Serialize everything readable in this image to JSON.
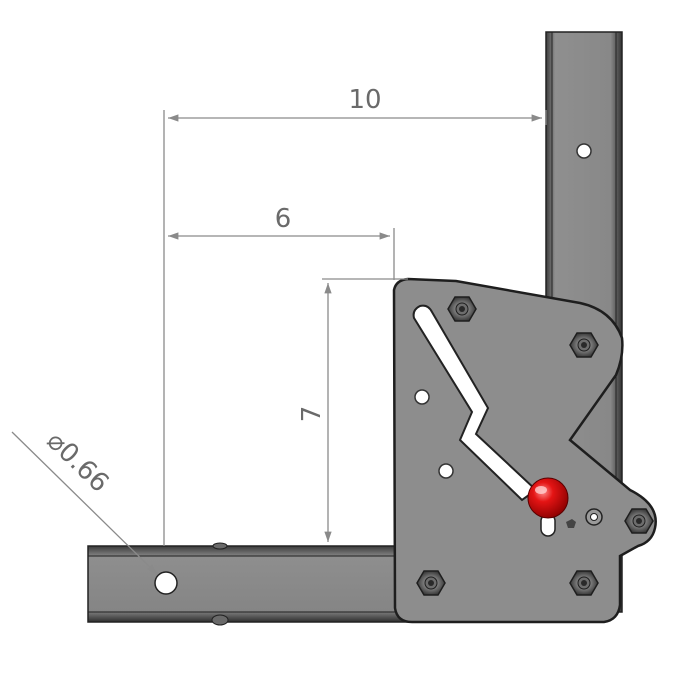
{
  "drawing": {
    "dimensions": [
      {
        "id": "width-10",
        "value": "10"
      },
      {
        "id": "width-6",
        "value": "6"
      },
      {
        "id": "height-7",
        "value": "7"
      },
      {
        "id": "hole-diameter",
        "value": "⌀0.66"
      }
    ]
  },
  "colors": {
    "background": "#ffffff",
    "plate": "#8c8c8c",
    "plate_dark": "#4a4a4a",
    "plate_edge": "#2a2a2a",
    "dimension_line": "#8a8a8a",
    "dimension_text": "#6a6a6a",
    "knob": "#e01010",
    "hole": "#ffffff"
  }
}
